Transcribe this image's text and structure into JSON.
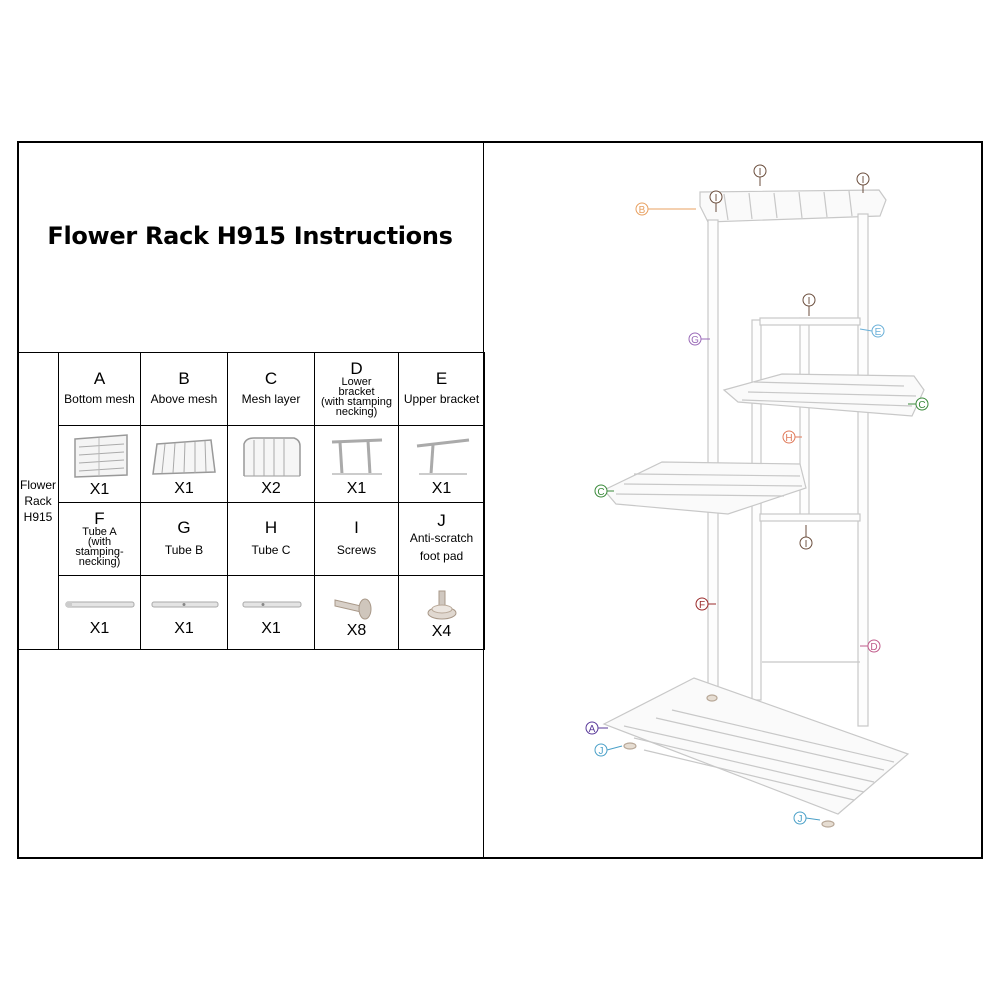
{
  "title": "Flower Rack H915 Instructions",
  "row_label": [
    "Flower",
    "Rack",
    "H915"
  ],
  "parts_row1": [
    {
      "letter": "A",
      "name": [
        "Bottom mesh"
      ],
      "qty": "X1",
      "icon": "bottom-mesh-icon"
    },
    {
      "letter": "B",
      "name": [
        "Above mesh"
      ],
      "qty": "X1",
      "icon": "above-mesh-icon"
    },
    {
      "letter": "C",
      "name": [
        "Mesh layer"
      ],
      "qty": "X2",
      "icon": "mesh-layer-icon"
    },
    {
      "letter": "D",
      "name": [
        "Lower",
        "bracket",
        "(with stamping",
        "necking)"
      ],
      "qty": "X1",
      "icon": "lower-bracket-icon"
    },
    {
      "letter": "E",
      "name": [
        "Upper bracket"
      ],
      "qty": "X1",
      "icon": "upper-bracket-icon"
    }
  ],
  "parts_row2": [
    {
      "letter": "F",
      "name": [
        "Tube A",
        "(with",
        "stamping-",
        "necking)"
      ],
      "qty": "X1",
      "icon": "tube-a-icon"
    },
    {
      "letter": "G",
      "name": [
        "Tube B"
      ],
      "qty": "X1",
      "icon": "tube-b-icon"
    },
    {
      "letter": "H",
      "name": [
        "Tube C"
      ],
      "qty": "X1",
      "icon": "tube-c-icon"
    },
    {
      "letter": "I",
      "name": [
        "Screws"
      ],
      "qty": "X8",
      "icon": "screw-icon"
    },
    {
      "letter": "J",
      "name": [
        "Anti-scratch",
        "foot pad"
      ],
      "qty": "X4",
      "icon": "foot-pad-icon"
    }
  ],
  "callouts": {
    "I1": "I",
    "I2": "I",
    "I3": "I",
    "I4": "I",
    "I5": "I",
    "B": "B",
    "E": "E",
    "G": "G",
    "C1": "C",
    "H": "H",
    "C2": "C",
    "F": "F",
    "D": "D",
    "A": "A",
    "J1": "J",
    "J2": "J"
  },
  "callout_colors": {
    "I": "#6b4e3d",
    "B": "#e8a060",
    "E": "#6ab0d8",
    "G": "#9a6ab8",
    "C": "#3a8a3a",
    "H": "#e07a5a",
    "F": "#9a2a2a",
    "D": "#c05a8a",
    "A": "#5a3a9a",
    "J": "#4aa0c8"
  }
}
